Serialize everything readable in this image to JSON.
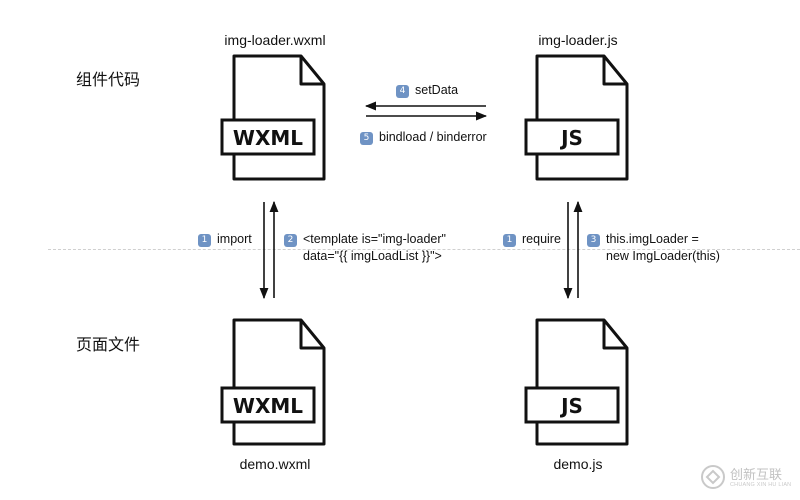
{
  "sections": {
    "top": "组件代码",
    "bottom": "页面文件"
  },
  "files": {
    "top_left": {
      "name": "img-loader.wxml",
      "tag": "WXML"
    },
    "top_right": {
      "name": "img-loader.js",
      "tag": "JS"
    },
    "bottom_left": {
      "name": "demo.wxml",
      "tag": "WXML"
    },
    "bottom_right": {
      "name": "demo.js",
      "tag": "JS"
    }
  },
  "edges": {
    "setdata": {
      "num": "4",
      "label": "setData"
    },
    "bindload": {
      "num": "5",
      "label": "bindload / binderror"
    },
    "import": {
      "num": "1",
      "label": "import"
    },
    "template": {
      "num": "2",
      "line1": "<template is=\"img-loader\"",
      "line2": "data=\"{{ imgLoadList }}\">"
    },
    "require": {
      "num": "1",
      "label": "require"
    },
    "imgloader": {
      "num": "3",
      "line1": "this.imgLoader =",
      "line2": "new ImgLoader(this)"
    }
  },
  "watermark": {
    "text": "创新互联",
    "sub": "CHUANG XIN HU LIAN"
  },
  "colors": {
    "badge": "#6f93c4",
    "divider": "#d0d0d0"
  }
}
